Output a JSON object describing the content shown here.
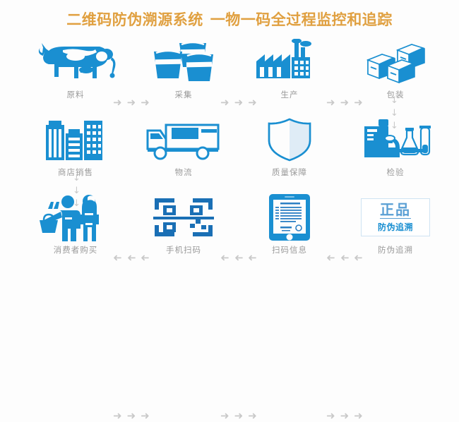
{
  "title": {
    "part1": "二维码防伪溯源系统",
    "part2": "一物一码全过程监控和追踪",
    "color": "#e0a040"
  },
  "theme": {
    "blue": "#1a8fd1",
    "blue_light": "#7fc2e8",
    "arrow_gray": "#c9c9c9",
    "label_gray": "#9a9a9a",
    "background": "#fdfdfd"
  },
  "arrow_glyph": "➜",
  "arrow_down_glyph": "↓",
  "flow": {
    "row1": [
      {
        "label": "原料",
        "icon": "cow-icon"
      },
      {
        "label": "采集",
        "icon": "buckets-icon"
      },
      {
        "label": "生产",
        "icon": "factory-icon"
      },
      {
        "label": "包装",
        "icon": "cartons-icon"
      }
    ],
    "row2": [
      {
        "label": "商店销售",
        "icon": "buildings-icon"
      },
      {
        "label": "物流",
        "icon": "truck-icon"
      },
      {
        "label": "质量保障",
        "icon": "shield-icon"
      },
      {
        "label": "检验",
        "icon": "microscope-icon"
      }
    ],
    "row3": [
      {
        "label": "消费者购买",
        "icon": "shoppers-icon"
      },
      {
        "label": "手机扫码",
        "icon": "qrcode-icon"
      },
      {
        "label": "扫码信息",
        "icon": "tablet-info-icon"
      },
      {
        "label": "防伪追溯",
        "icon": "certificate-icon"
      }
    ]
  },
  "certificate": {
    "main_text": "正品",
    "sub_text": "防伪追溯"
  }
}
